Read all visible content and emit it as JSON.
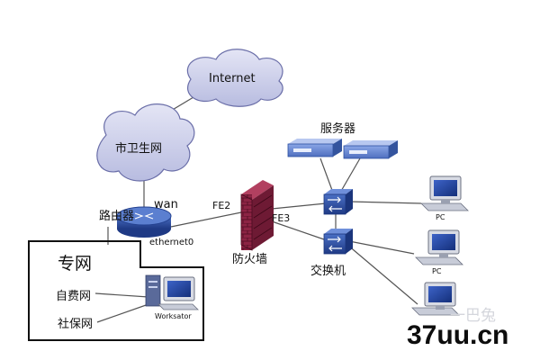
{
  "nodes": {
    "internet": "Internet",
    "city_health_net": "市卫生网",
    "servers": "服务器",
    "router": "路由器",
    "wan": "wan",
    "ethernet": "ethernet0",
    "fe2": "FE2",
    "fe3": "FE3",
    "firewall": "防火墙",
    "switch": "交换机",
    "pc1": "PC",
    "pc2": "PC",
    "private_net": "专网",
    "self_pay_net": "自费网",
    "social_security_net": "社保网",
    "workstation": "Worksator"
  },
  "watermark": {
    "main": "37uu.cn",
    "faint": "一巴兔"
  },
  "colors": {
    "line": "#555555",
    "device_blue": "#2c4fa0",
    "firewall_red": "#8a2040",
    "cloud_purple": "#c8cbe8"
  }
}
